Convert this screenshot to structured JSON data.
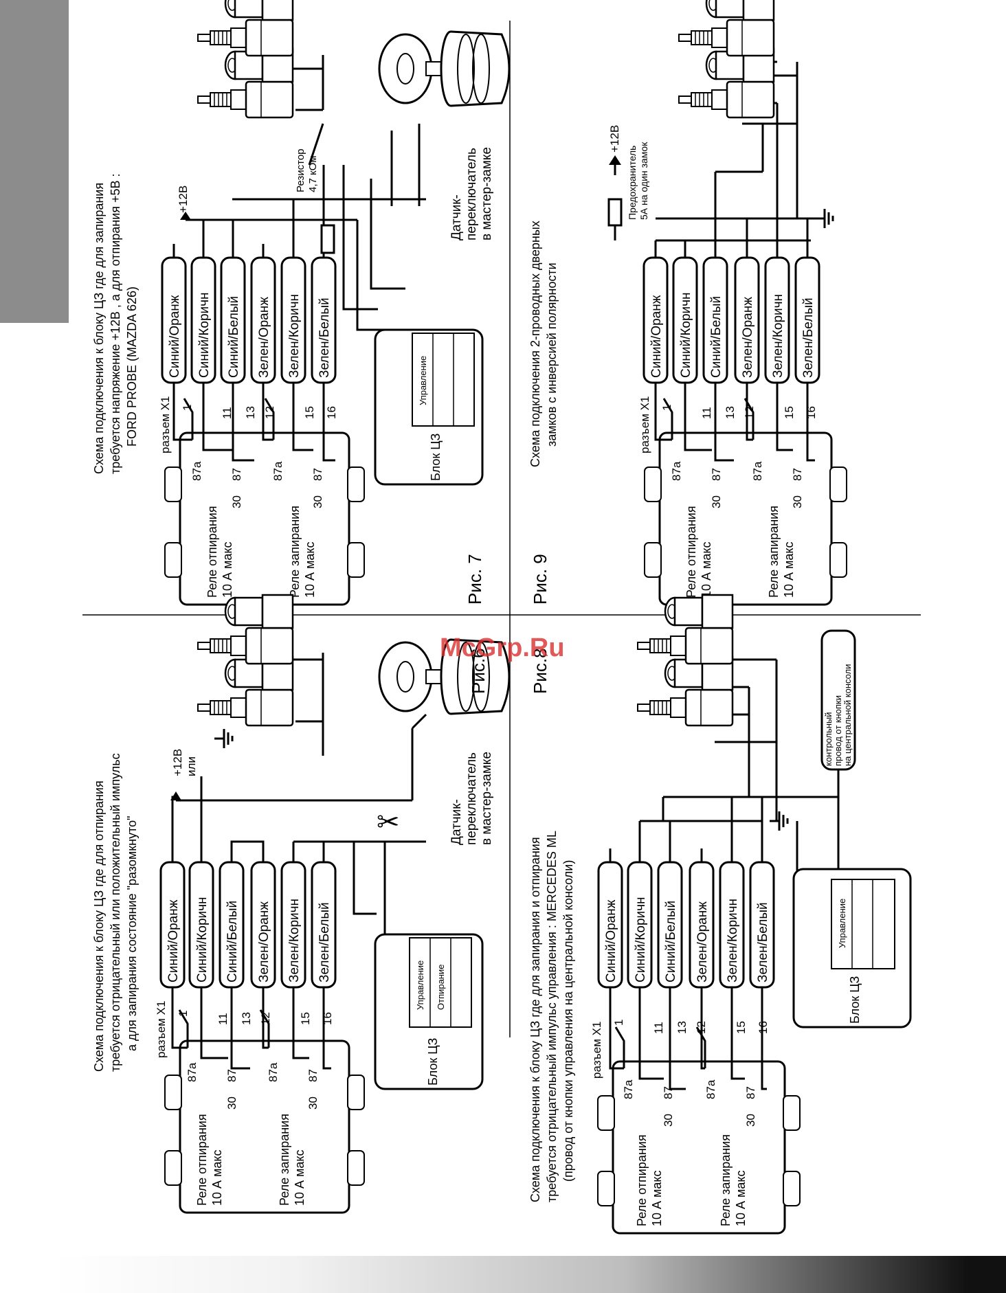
{
  "watermark": "McGrp.Ru",
  "wire_labels": [
    "Синий/Оранж",
    "Синий/Коричн",
    "Синий/Белый",
    "Зелен/Оранж",
    "Зелен/Коричн",
    "Зелен/Белый"
  ],
  "pin_numbers": [
    "1",
    "11",
    "13",
    "12",
    "15",
    "16"
  ],
  "labels": {
    "connector": "разъем X1",
    "relay_unlock": "Реле отпирания",
    "relay_lock": "Реле запирания",
    "relay_rating": "10 А макс",
    "relay_pins": [
      "87a",
      "87",
      "30"
    ],
    "control_unit": "Блок ЦЗ",
    "control": "Управление",
    "unlocking": "Отпирание",
    "sensor_line1": "Датчик-",
    "sensor_line2": "переключатель",
    "sensor_line3": "в мастер-замке",
    "plus12": "+12В",
    "or": "или",
    "resistor_line1": "Резистор",
    "resistor_line2": "4,7 кОм",
    "fuse_line1": "Предохранитель",
    "fuse_line2": "5А на один замок",
    "console_line1": "контрольный",
    "console_line2": "провод от кнопки",
    "console_line3": "на центральной консоли"
  },
  "figures": {
    "fig6": {
      "caption": "Рис.6",
      "title": [
        "Схема подключения к блоку ЦЗ где для отпирания",
        "требуется отрицательный или положительный импульс",
        "а для запирания состояние \"разомкнуто\""
      ]
    },
    "fig7": {
      "caption": "Рис. 7",
      "title": [
        "Схема подключения к блоку ЦЗ где для запирания",
        "требуется напряжение +12В , а для отпирания +5В :",
        "FORD PROBE (MAZDA 626)"
      ]
    },
    "fig8": {
      "caption": "Рис.8",
      "title": [
        "Схема подключения к блоку ЦЗ где для запирания и отпирания",
        "требуется отрицательный импульс управления : MERCEDES ML",
        "(провод от кнопки управления на центральной консоли)"
      ]
    },
    "fig9": {
      "caption": "Рис. 9",
      "title": [
        "Схема подключения 2-проводных дверных",
        "замков с инверсией полярности"
      ]
    }
  }
}
